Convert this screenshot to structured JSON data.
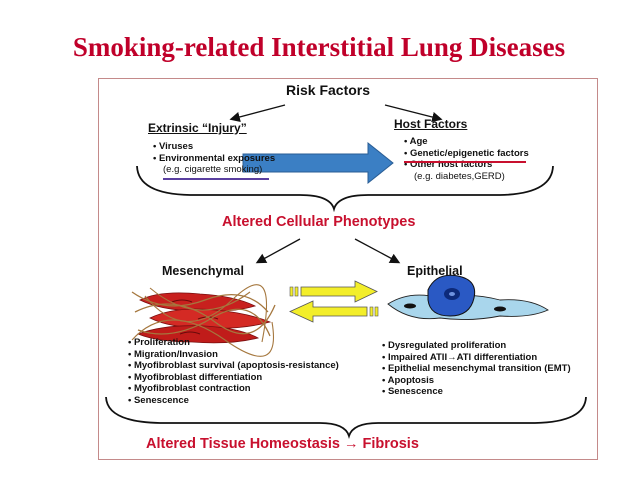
{
  "slide": {
    "title": "Smoking-related Interstitial Lung Diseases"
  },
  "diagram": {
    "risk_factors": "Risk Factors",
    "extrinsic": {
      "heading": "Extrinsic “Injury”",
      "items": [
        "• Viruses",
        "• Environmental exposures"
      ],
      "example": "(e.g. cigarette smoking)"
    },
    "host": {
      "heading": "Host Factors",
      "items": [
        "• Age",
        "• Genetic/epigenetic factors",
        "• Other host factors"
      ],
      "example": "(e.g. diabetes,GERD)"
    },
    "altered_phenotypes": "Altered Cellular Phenotypes",
    "mesenchymal": {
      "heading": "Mesenchymal",
      "items": [
        "• Proliferation",
        "• Migration/Invasion",
        "• Myofibroblast survival (apoptosis-resistance)",
        "• Myofibroblast differentiation",
        "• Myofibroblast contraction",
        "• Senescence"
      ]
    },
    "epithelial": {
      "heading": "Epithelial",
      "items": [
        "• Dysregulated proliferation",
        "• Impaired ATII→ATI differentiation",
        "• Epithelial mesenchymal transition (EMT)",
        "• Apoptosis",
        "• Senescence"
      ]
    },
    "outcome": "Altered Tissue Homeostasis → Fibrosis"
  },
  "colors": {
    "title": "#c0002a",
    "accent_red": "#c8102e",
    "blue_arrow": "#3b7fc4",
    "yellow_arrow": "#f3ee2a",
    "fibroblast": "#c8201e",
    "epithelial_cell": "#a9d6ec",
    "nucleus": "#2a59c4"
  }
}
